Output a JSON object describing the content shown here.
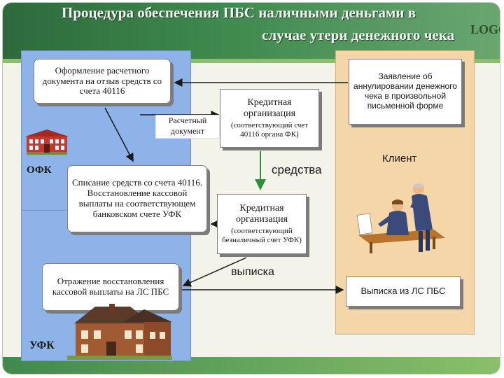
{
  "header": {
    "title_line_1": "Процедура обеспечения ПБС наличными деньгами в",
    "title_line_2": "случае утери денежного чека",
    "logo_text": "LOGO"
  },
  "panels": {
    "ofk_label": "ОФК",
    "ufk_label": "УФК",
    "client_label": "Клиент"
  },
  "boxes": {
    "ofk_processing": "Оформление расчетного документа на отзыв средств со счета 40116",
    "write_off": "Списание средств со счета 40116. Восстановление кассовой выплаты на соответствующем банковском счете УФК",
    "reflection": "Отражение восстановления кассовой выплаты на ЛС ПБС",
    "credit_org_1_title": "Кредитная организация",
    "credit_org_1_sub": "(соответствующий счет 40116 органа ФК)",
    "credit_org_2_title": "Кредитная организация",
    "credit_org_2_sub": "(соответствующий безналичный счет УФК)",
    "application": "Заявление об аннулировании денежного чека в произвольной письменной форме",
    "statement_box": "Выписка из ЛС ПБС"
  },
  "labels": {
    "payment_document": "Расчетный документ",
    "funds": "средства",
    "statement": "выписка"
  },
  "colors": {
    "header_green": "#3f8a4e",
    "panel_blue": "#8db3e8",
    "panel_peach": "#f5d6a8",
    "arrow_green": "#2f8f3a"
  },
  "icons": {
    "ofk_building": "office-building-icon",
    "ufk_building": "brick-house-icon",
    "client": "office-workers-icon"
  }
}
